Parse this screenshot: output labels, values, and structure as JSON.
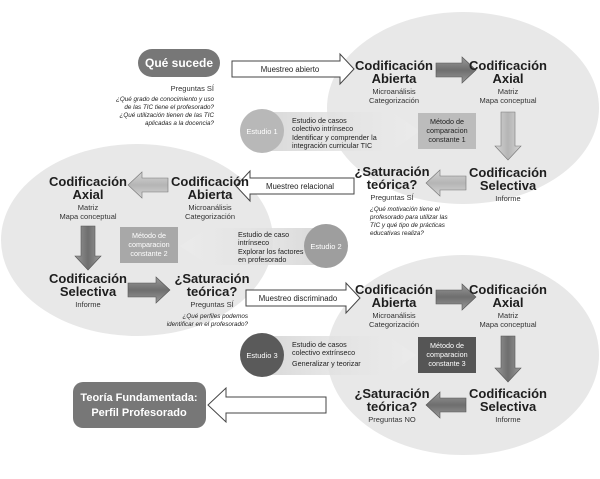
{
  "start": {
    "label": "Qué sucede",
    "sub": "Preguntas SÍ",
    "questions": [
      "¿Qué grado de conocimiento y uso",
      "de las TIC tiene el profesorado?",
      "¿Qué utilización tienen de las TIC",
      "aplicadas a la docencia?"
    ]
  },
  "edges": {
    "muestreo_abierto": "Muestreo abierto",
    "muestreo_relacional": "Muestreo relacional",
    "muestreo_discriminado": "Muestreo discriminado"
  },
  "phase1": {
    "cod_abierta": {
      "title": [
        "Codificación",
        "Abierta"
      ],
      "sub": [
        "Microanálisis",
        "Categorización"
      ]
    },
    "cod_axial": {
      "title": [
        "Codificación",
        "Axial"
      ],
      "sub": [
        "Matriz",
        "Mapa conceptual"
      ]
    },
    "cod_selectiva": {
      "title": [
        "Codificación",
        "Selectiva"
      ],
      "sub": [
        "Informe"
      ]
    },
    "saturacion": {
      "title": [
        "¿Saturación",
        "teórica?"
      ],
      "sub": "Preguntas SÍ",
      "questions": [
        "¿Qué motivación tiene el",
        "profesorado para utilizar las",
        "TIC y qué tipo de prácticas",
        "educativas realiza?"
      ]
    },
    "estudio": {
      "label": "Estudio 1",
      "text": [
        "Estudio de casos",
        "colectivo intrínseco",
        "Identificar y comprender la",
        "integración curricular TIC"
      ]
    },
    "metodo": [
      "Método de",
      "comparacion",
      "constante 1"
    ]
  },
  "phase2": {
    "cod_abierta": {
      "title": [
        "Codificación",
        "Abierta"
      ],
      "sub": [
        "Microanálisis",
        "Categorización"
      ]
    },
    "cod_axial": {
      "title": [
        "Codificación",
        "Axial"
      ],
      "sub": [
        "Matriz",
        "Mapa conceptual"
      ]
    },
    "cod_selectiva": {
      "title": [
        "Codificación",
        "Selectiva"
      ],
      "sub": [
        "Informe"
      ]
    },
    "saturacion": {
      "title": [
        "¿Saturación",
        "teórica?"
      ],
      "sub": "Preguntas SÍ",
      "questions": [
        "¿Qué perfiles podemos",
        "identificar en el profesorado?"
      ]
    },
    "estudio": {
      "label": "Estudio 2",
      "text": [
        "Estudio de caso",
        "intrínseco",
        "Explorar los factores",
        "en profesorado"
      ]
    },
    "metodo": [
      "Método de",
      "comparacion",
      "constante 2"
    ]
  },
  "phase3": {
    "cod_abierta": {
      "title": [
        "Codificación",
        "Abierta"
      ],
      "sub": [
        "Microanálisis",
        "Categorización"
      ]
    },
    "cod_axial": {
      "title": [
        "Codificación",
        "Axial"
      ],
      "sub": [
        "Matriz",
        "Mapa conceptual"
      ]
    },
    "cod_selectiva": {
      "title": [
        "Codificación",
        "Selectiva"
      ],
      "sub": [
        "Informe"
      ]
    },
    "saturacion": {
      "title": [
        "¿Saturación",
        "teórica?"
      ],
      "sub": "Preguntas NO"
    },
    "estudio": {
      "label": "Estudio 3",
      "text": [
        "Estudio de casos",
        "colectivo extrínseco",
        "Generalizar y teorizar"
      ]
    },
    "metodo": [
      "Método de",
      "comparacion",
      "constante 3"
    ]
  },
  "final": [
    "Teoría Fundamentada:",
    "Perfil Profesorado"
  ],
  "colors": {
    "ellipse": "#e8e8e8",
    "dark": "#555555",
    "mid": "#8a8a8a",
    "light": "#bdbdbd"
  }
}
